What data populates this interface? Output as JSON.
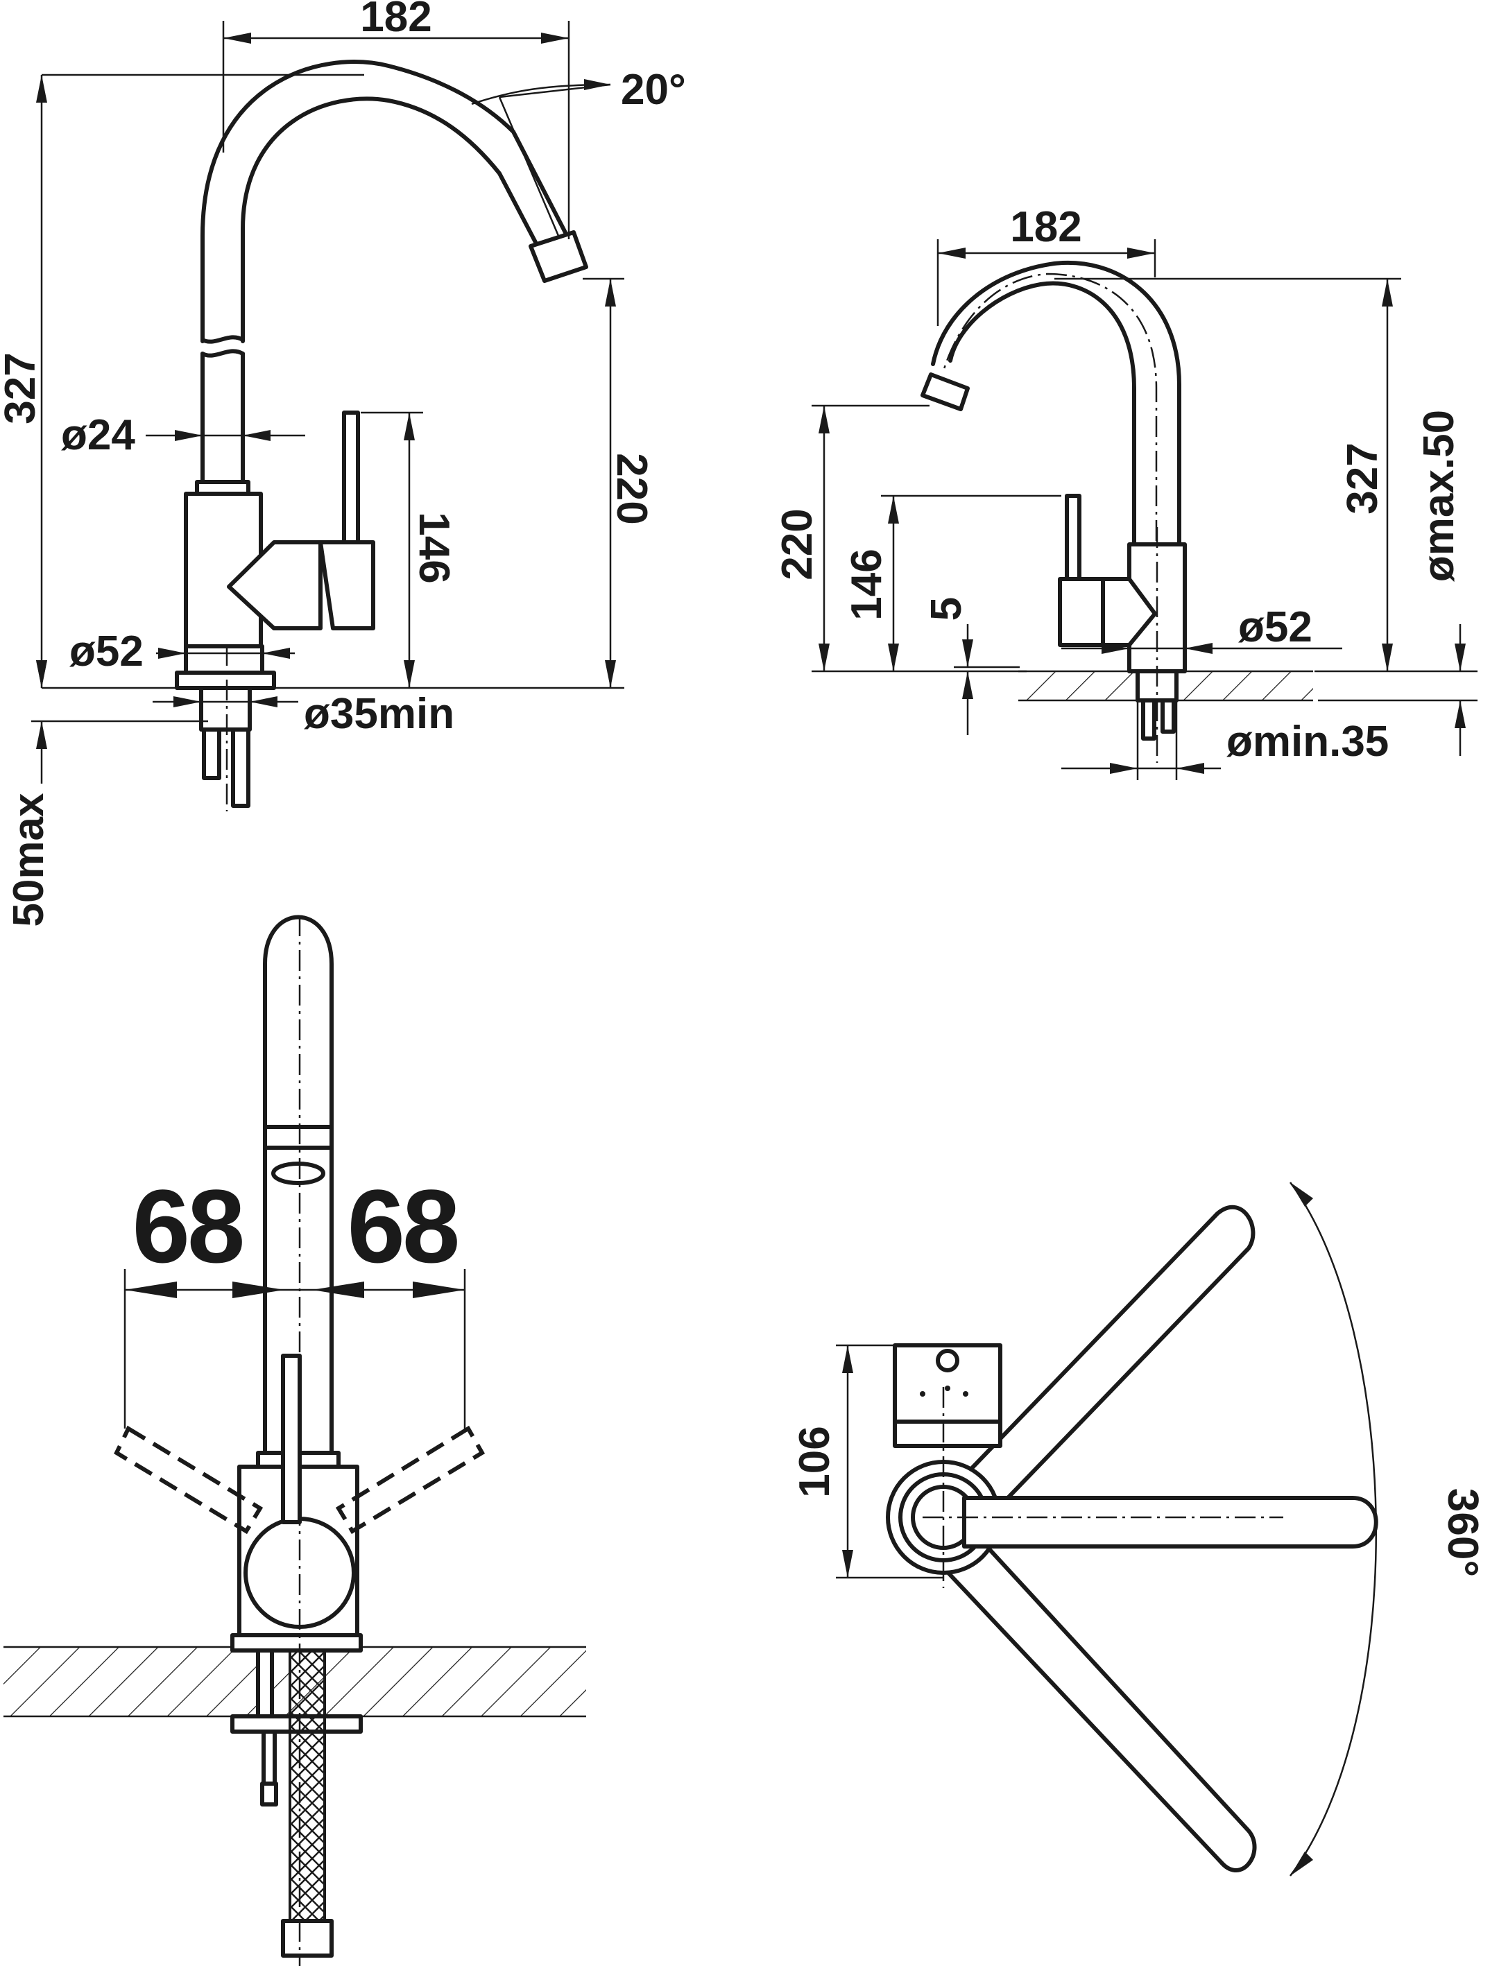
{
  "title": "",
  "views": {
    "front_left": {
      "width": "182",
      "angle": "20°",
      "height_total": "327",
      "spout_height": "220",
      "lever_height": "146",
      "spout_diameter": "ø24",
      "body_diameter": "ø52",
      "hole_diameter": "ø35min",
      "worktop_thickness": "50max"
    },
    "side_right": {
      "width": "182",
      "height_total": "327",
      "spout_height": "220",
      "lever_height": "146",
      "gap": "5",
      "body_diameter": "ø52",
      "worktop_thickness": "ømax.50",
      "hole_diameter": "ømin.35"
    },
    "front_bottom": {
      "lever_left": "68",
      "lever_right": "68"
    },
    "top_view": {
      "depth": "106",
      "rotation": "360°"
    }
  }
}
